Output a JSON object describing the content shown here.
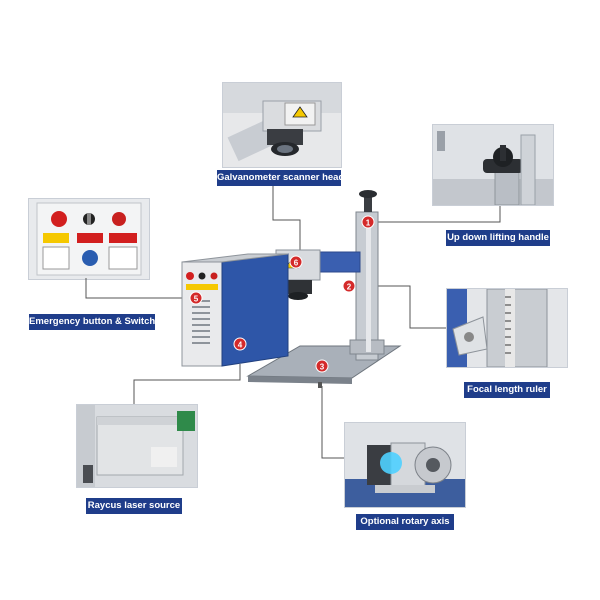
{
  "labels": {
    "galvo": "Galvanometer scanner head",
    "lift": "Up down lifting handle",
    "emergency": "Emergency button & Switches",
    "ruler": "Focal length ruler",
    "source": "Raycus laser source",
    "rotary": "Optional rotary axis"
  },
  "markers": [
    "1",
    "2",
    "3",
    "4",
    "5",
    "6"
  ],
  "colors": {
    "label_bg": "#1f3d8a",
    "marker": "#d42a2a",
    "frame": "#3a5fb0"
  }
}
